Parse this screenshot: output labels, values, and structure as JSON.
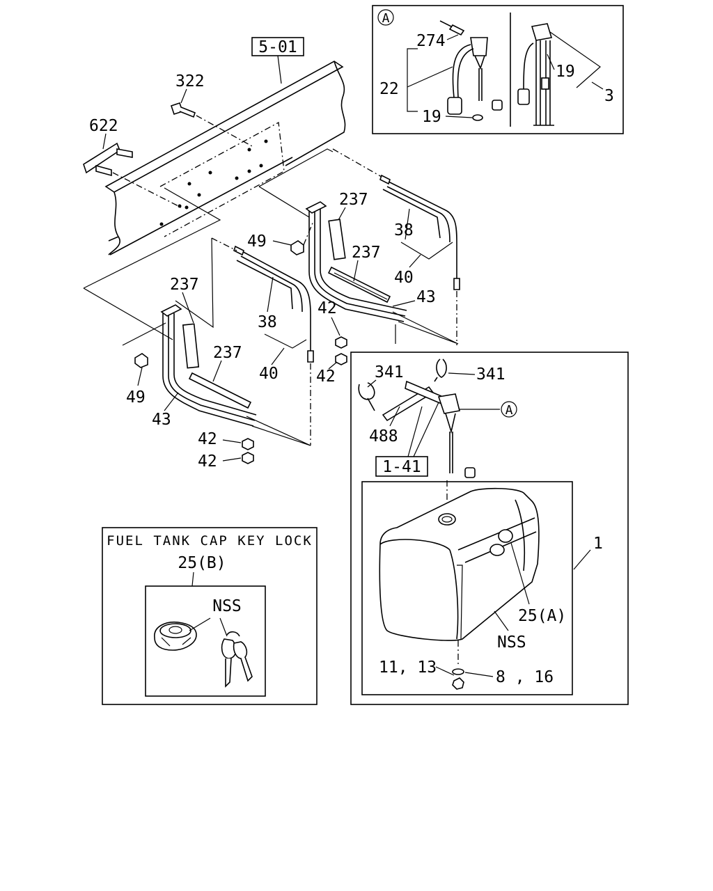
{
  "boxes": {
    "ref_frame": "5-01",
    "ref_harness": "1-41",
    "inset_marker": "A",
    "callout_marker": "A",
    "key_lock_title": "FUEL TANK CAP KEY LOCK",
    "key_lock_part": "25(B)",
    "key_lock_nss": "NSS"
  },
  "callouts": {
    "c322": "322",
    "c622": "622",
    "c274": "274",
    "c22": "22",
    "c19a": "19",
    "c19b": "19",
    "c3": "3",
    "c237a": "237",
    "c237b": "237",
    "c237c": "237",
    "c237d": "237",
    "c38a": "38",
    "c38b": "38",
    "c40a": "40",
    "c40b": "40",
    "c49a": "49",
    "c49b": "49",
    "c43a": "43",
    "c43b": "43",
    "c42a": "42",
    "c42b": "42",
    "c42c": "42",
    "c42d": "42",
    "c341a": "341",
    "c341b": "341",
    "c488": "488",
    "c1": "1",
    "c25a": "25(A)",
    "cnss": "NSS",
    "c1113": "11, 13",
    "c816": "8 , 16"
  }
}
